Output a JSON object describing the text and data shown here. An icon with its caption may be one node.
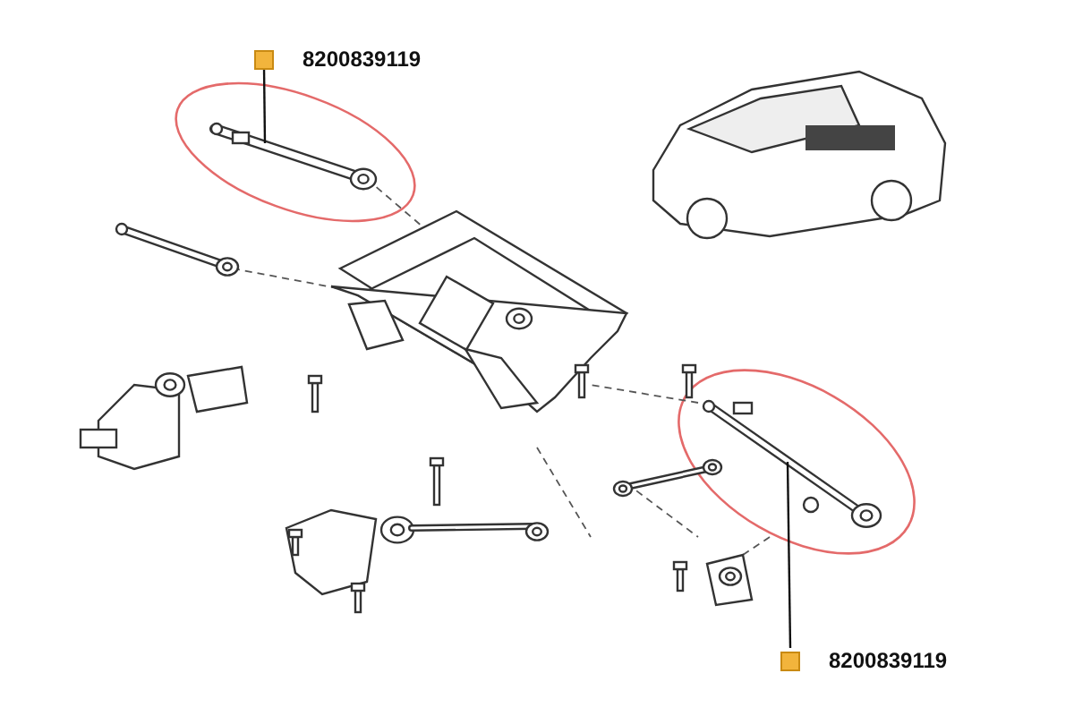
{
  "diagram": {
    "nodes": [
      {
        "text": [],
        "shape": "box",
        "beside": [
          "8200839119"
        ]
      },
      {
        "text": [],
        "shape": "picture"
      },
      {
        "text": [],
        "shape": "box",
        "beside": [
          "8200839119"
        ]
      },
      {
        "text": [],
        "shape": "picture"
      }
    ],
    "edges": [
      {
        "from": 0,
        "to": 1,
        "arrow": "none"
      },
      {
        "from": 2,
        "to": 3,
        "arrow": "none"
      }
    ]
  }
}
